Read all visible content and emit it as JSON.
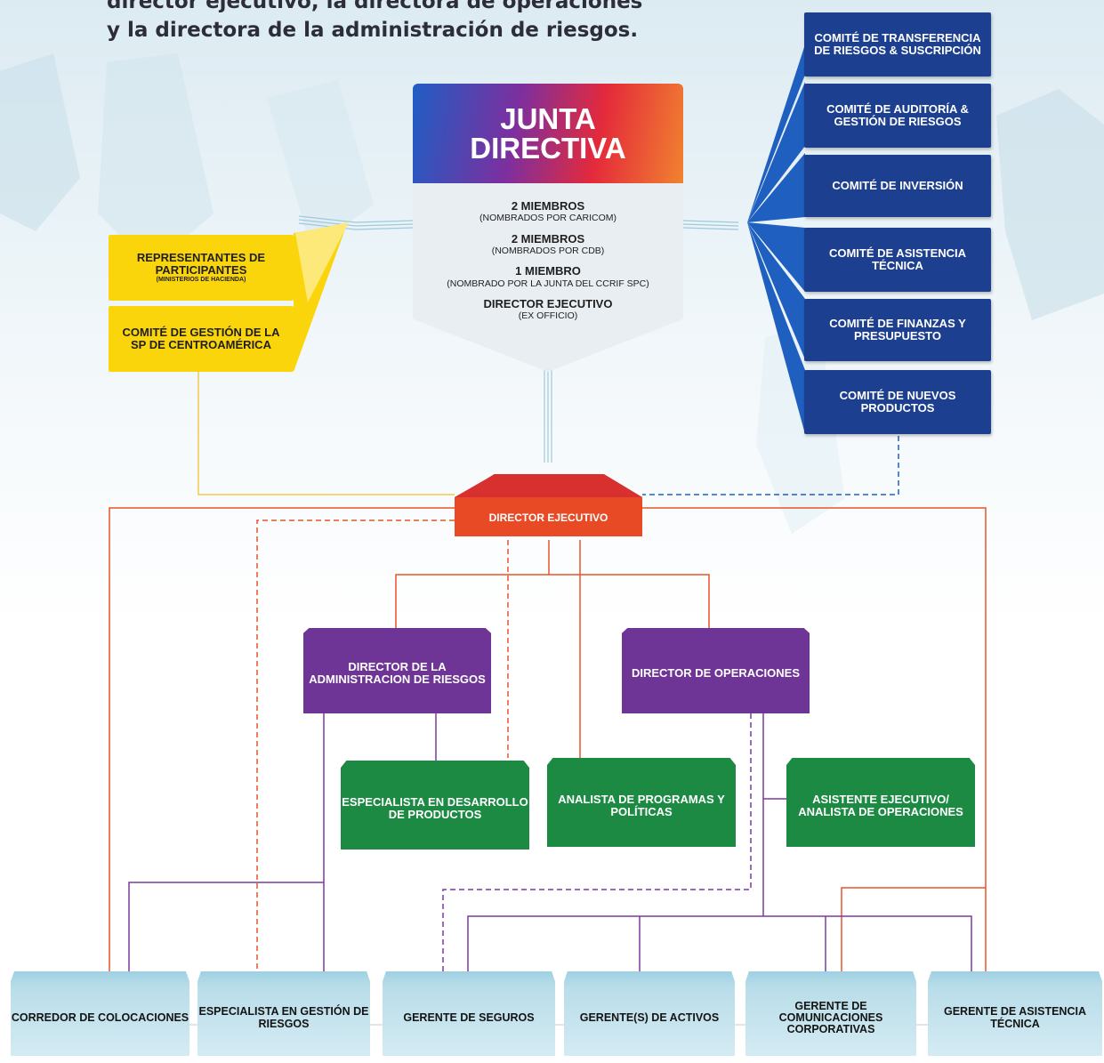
{
  "heading": {
    "line1": "director ejecutivo, la directora de operaciones",
    "line2": "y la directora de la administración de riesgos."
  },
  "junta": {
    "title1": "JUNTA",
    "title2": "DIRECTIVA",
    "members": [
      {
        "main": "2 MIEMBROS",
        "sub": "(NOMBRADOS POR CARICOM)"
      },
      {
        "main": "2 MIEMBROS",
        "sub": "(NOMBRADOS POR CDB)"
      },
      {
        "main": "1 MIEMBRO",
        "sub": "(NOMBRADO POR LA JUNTA DEL CCRIF SPC)"
      },
      {
        "main": "DIRECTOR EJECUTIVO",
        "sub": "(EX OFFICIO)"
      }
    ]
  },
  "committees": [
    "COMITÉ DE TRANSFERENCIA DE RIESGOS & SUSCRIPCIÓN",
    "COMITÉ DE AUDITORÍA & GESTIÓN DE RIESGOS",
    "COMITÉ DE INVERSIÓN",
    "COMITÉ DE ASISTENCIA TÉCNICA",
    "COMITÉ DE FINANZAS Y PRESUPUESTO",
    "COMITÉ DE NUEVOS PRODUCTOS"
  ],
  "left_boxes": {
    "representantes": "REPRESENTANTES DE PARTICIPANTES",
    "representantes_sub": "(MINISTERIOS DE HACIENDA)",
    "comite_gestion": "COMITÉ DE GESTIÓN DE LA SP DE CENTROAMÉRICA"
  },
  "executive_director": "DIRECTOR EJECUTIVO",
  "directors": {
    "risk": "DIRECTOR DE LA ADMINISTRACION DE RIESGOS",
    "operations": "DIRECTOR DE OPERACIONES"
  },
  "specialists": {
    "product_dev": "ESPECIALISTA EN DESARROLLO DE PRODUCTOS",
    "policy_analyst": "ANALISTA DE PROGRAMAS Y POLÍTICAS",
    "exec_assistant": "ASISTENTE EJECUTIVO/ ANALISTA DE OPERACIONES"
  },
  "bottom_roles": [
    "CORREDOR DE COLOCACIONES",
    "ESPECIALISTA EN GESTIÓN DE RIESGOS",
    "GERENTE DE SEGUROS",
    "GERENTE(S) DE ACTIVOS",
    "GERENTE DE COMUNICACIONES CORPORATIVAS",
    "GERENTE DE ASISTENCIA TÉCNICA"
  ],
  "colors": {
    "committee_blue": "#1d3f8f",
    "yellow": "#fbd50b",
    "executive_red": "#e84a25",
    "director_purple": "#6f3596",
    "specialist_green": "#1d8a44",
    "bottom_lightblue": "#c9e6f0",
    "line_orange": "#e8542a",
    "line_purple": "#7a3aa0",
    "line_blue": "#1f5fbf"
  }
}
